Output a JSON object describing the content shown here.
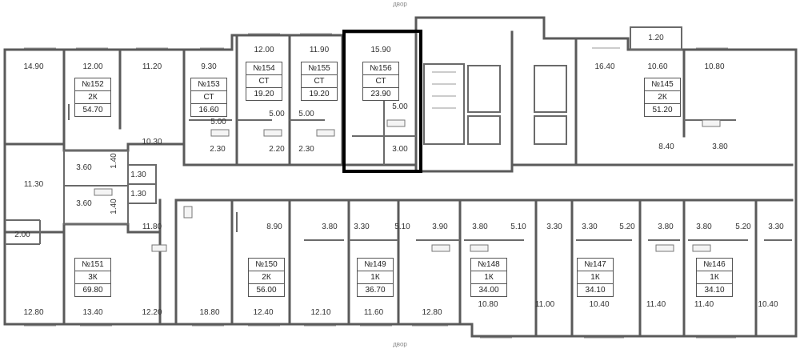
{
  "compass": {
    "top": "двор",
    "bottom": "двор"
  },
  "apartments": [
    {
      "number": "№152",
      "type": "2К",
      "area": "54.70"
    },
    {
      "number": "№153",
      "type": "СТ",
      "area": "16.60"
    },
    {
      "number": "№154",
      "type": "СТ",
      "area": "19.20"
    },
    {
      "number": "№155",
      "type": "СТ",
      "area": "19.20"
    },
    {
      "number": "№156",
      "type": "СТ",
      "area": "23.90",
      "highlighted": true
    },
    {
      "number": "№145",
      "type": "2К",
      "area": "51.20"
    },
    {
      "number": "№151",
      "type": "3К",
      "area": "69.80"
    },
    {
      "number": "№150",
      "type": "2К",
      "area": "56.00"
    },
    {
      "number": "№149",
      "type": "1К",
      "area": "36.70"
    },
    {
      "number": "№148",
      "type": "1К",
      "area": "34.00"
    },
    {
      "number": "№147",
      "type": "1К",
      "area": "34.10"
    },
    {
      "number": "№146",
      "type": "1К",
      "area": "34.10"
    }
  ],
  "room_areas": [
    "14.90",
    "12.00",
    "11.20",
    "9.30",
    "12.00",
    "11.90",
    "15.90",
    "1.20",
    "16.40",
    "10.60",
    "10.80",
    "5.00",
    "5.00",
    "5.00",
    "5.00",
    "2.30",
    "2.20",
    "2.30",
    "3.00",
    "10.30",
    "8.40",
    "3.80",
    "3.60",
    "1.40",
    "1.30",
    "1.30",
    "1.40",
    "3.60",
    "11.30",
    "2.00",
    "11.80",
    "8.90",
    "3.80",
    "3.30",
    "5.10",
    "3.90",
    "3.80",
    "5.10",
    "3.30",
    "3.30",
    "5.20",
    "3.80",
    "3.80",
    "5.20",
    "3.30",
    "12.80",
    "13.40",
    "12.20",
    "18.80",
    "12.40",
    "12.10",
    "11.60",
    "12.80",
    "10.80",
    "11.00",
    "10.40",
    "11.40",
    "11.40",
    "10.40"
  ]
}
